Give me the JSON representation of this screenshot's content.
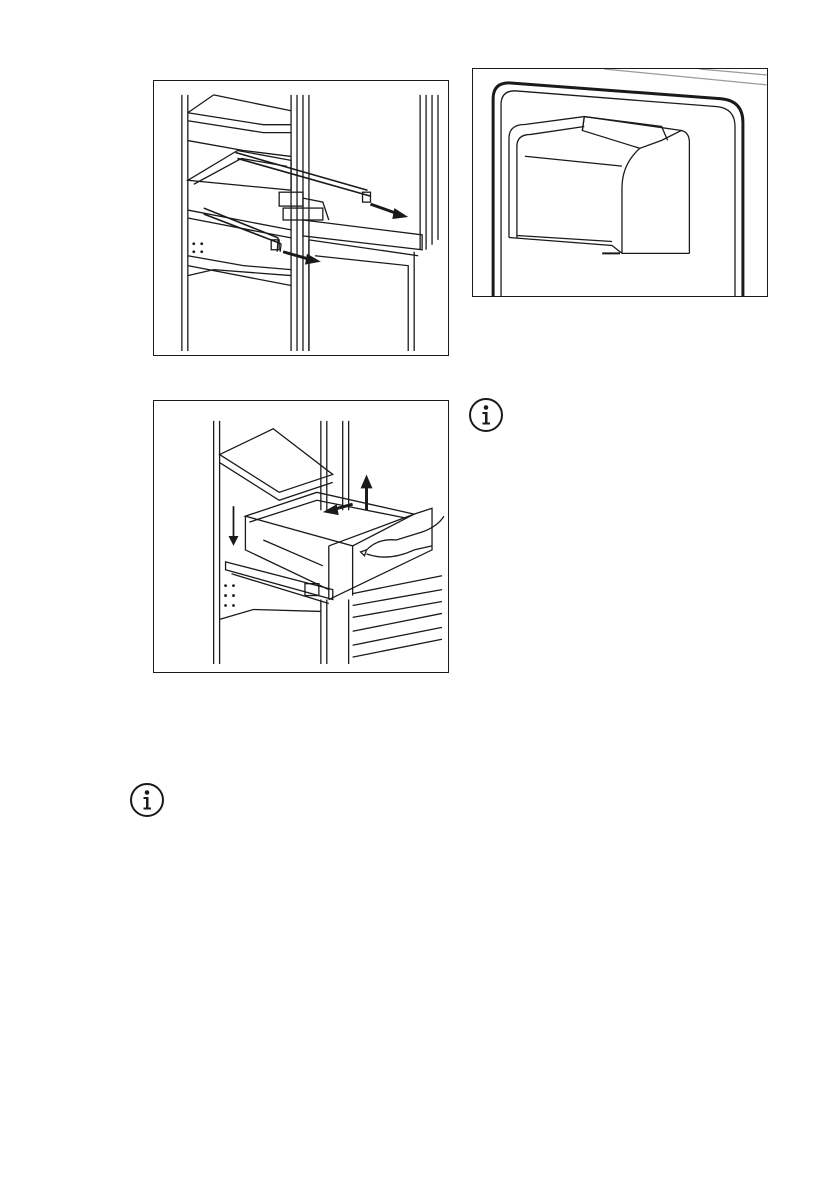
{
  "figures": [
    {
      "id": "fig-shelf-rails",
      "icon": "shelf-rail-removal-illustration"
    },
    {
      "id": "fig-door-bin",
      "icon": "door-balcony-illustration"
    },
    {
      "id": "fig-drawer",
      "icon": "drawer-removal-illustration"
    }
  ],
  "notes": [
    {
      "icon": "info-icon"
    },
    {
      "icon": "info-icon"
    }
  ],
  "colors": {
    "line": "#1a1a1a",
    "background": "#ffffff",
    "light_line": "#9a9a9a"
  }
}
